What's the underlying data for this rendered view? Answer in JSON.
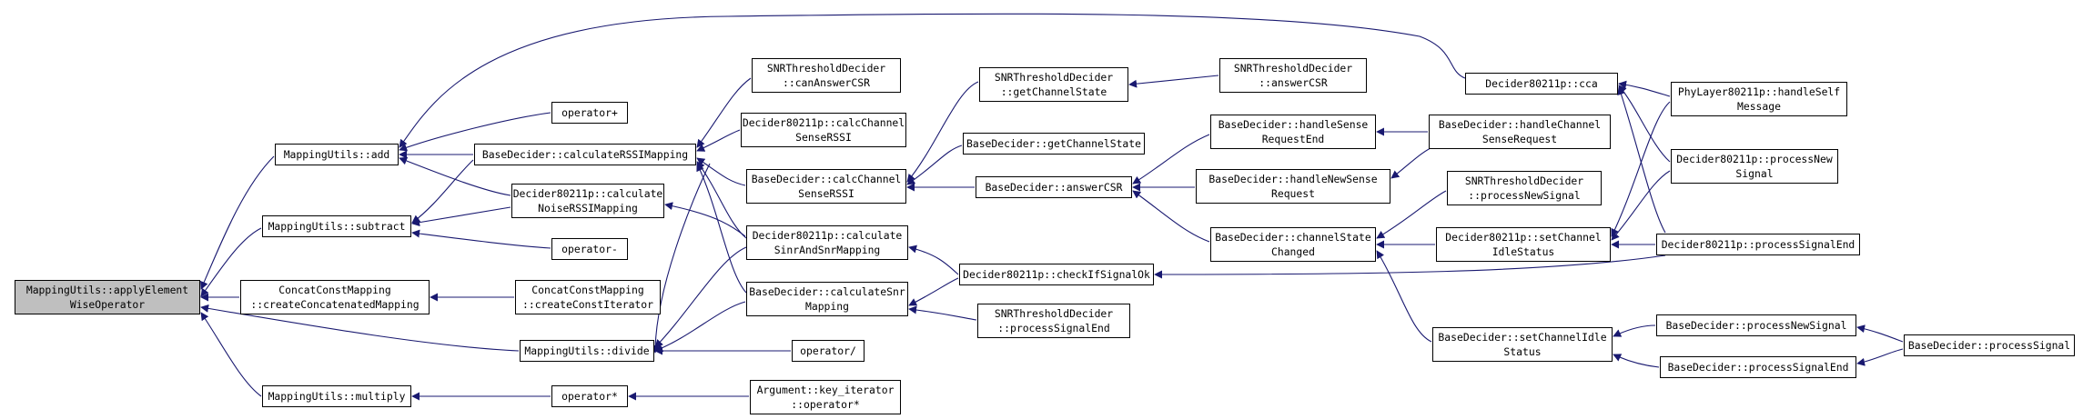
{
  "colors": {
    "edge": "#191970",
    "root_fill": "#bfbfbf",
    "node_fill": "#ffffff",
    "border": "#000000"
  },
  "nodes": {
    "root": [
      "MappingUtils::applyElement",
      "WiseOperator"
    ],
    "mu_add": [
      "MappingUtils::add"
    ],
    "mu_subtract": [
      "MappingUtils::subtract"
    ],
    "ccm_create": [
      "ConcatConstMapping",
      "::createConcatenatedMapping"
    ],
    "mu_divide": [
      "MappingUtils::divide"
    ],
    "mu_multiply": [
      "MappingUtils::multiply"
    ],
    "op_plus": [
      "operator+"
    ],
    "op_minus": [
      "operator-"
    ],
    "op_div": [
      "operator/"
    ],
    "op_mul": [
      "operator*"
    ],
    "bd_calcrssi": [
      "BaseDecider::calculateRSSIMapping"
    ],
    "d80_calcnoise": [
      "Decider80211p::calculate",
      "NoiseRSSIMapping"
    ],
    "ccm_iter": [
      "ConcatConstMapping",
      "::createConstIterator"
    ],
    "arg_key": [
      "Argument::key_iterator",
      "::operator*"
    ],
    "snrt_canans": [
      "SNRThresholdDecider",
      "::canAnswerCSR"
    ],
    "d80_calcsense": [
      "Decider80211p::calcChannel",
      "SenseRSSI"
    ],
    "bd_calcsense": [
      "BaseDecider::calcChannel",
      "SenseRSSI"
    ],
    "d80_calcsinr": [
      "Decider80211p::calculate",
      "SinrAndSnrMapping"
    ],
    "bd_calcsnr": [
      "BaseDecider::calculateSnr",
      "Mapping"
    ],
    "snrt_getcs": [
      "SNRThresholdDecider",
      "::getChannelState"
    ],
    "bd_getcs": [
      "BaseDecider::getChannelState"
    ],
    "bd_anscsr": [
      "BaseDecider::answerCSR"
    ],
    "d80_checksig": [
      "Decider80211p::checkIfSignalOk"
    ],
    "snrt_procend": [
      "SNRThresholdDecider",
      "::processSignalEnd"
    ],
    "snrt_anscsr": [
      "SNRThresholdDecider",
      "::answerCSR"
    ],
    "bd_hsrend": [
      "BaseDecider::handleSense",
      "RequestEnd"
    ],
    "bd_hnsr": [
      "BaseDecider::handleNewSense",
      "Request"
    ],
    "bd_cschanged": [
      "BaseDecider::channelState",
      "Changed"
    ],
    "d80_cca": [
      "Decider80211p::cca"
    ],
    "bd_hcsr": [
      "BaseDecider::handleChannel",
      "SenseRequest"
    ],
    "snrt_procnew": [
      "SNRThresholdDecider",
      "::processNewSignal"
    ],
    "d80_setidle": [
      "Decider80211p::setChannel",
      "IdleStatus"
    ],
    "bd_setidle": [
      "BaseDecider::setChannelIdle",
      "Status"
    ],
    "phy_handle": [
      "PhyLayer80211p::handleSelf",
      "Message"
    ],
    "d80_procnew": [
      "Decider80211p::processNew",
      "Signal"
    ],
    "d80_procend": [
      "Decider80211p::processSignalEnd"
    ],
    "bd_procnew": [
      "BaseDecider::processNewSignal"
    ],
    "bd_procend": [
      "BaseDecider::processSignalEnd"
    ],
    "bd_proc": [
      "BaseDecider::processSignal"
    ]
  }
}
